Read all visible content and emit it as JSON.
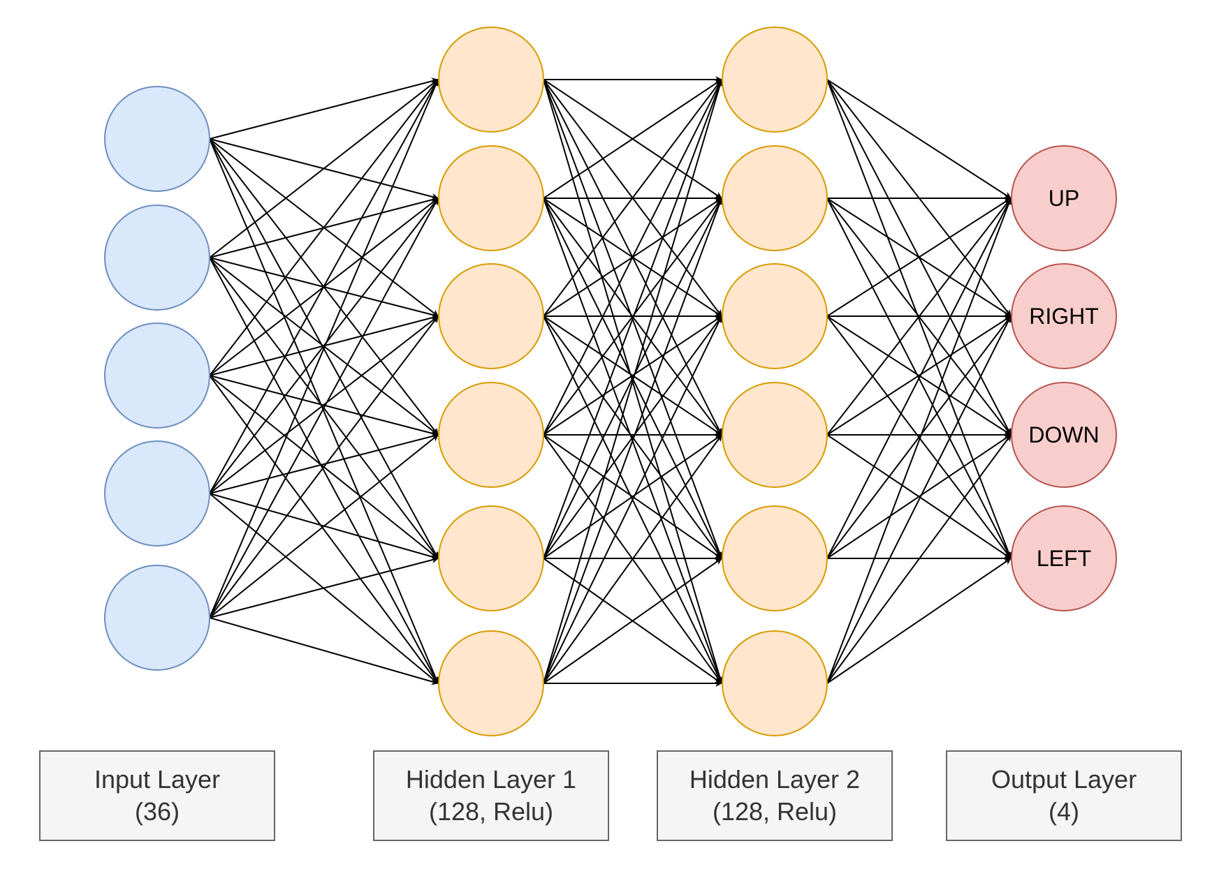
{
  "colors": {
    "input_fill": "#dae8fc",
    "input_stroke": "#6c8ebf",
    "hidden_fill": "#ffe6cc",
    "hidden_stroke": "#d79b00",
    "output_fill": "#f8cecc",
    "output_stroke": "#b85450",
    "edge": "#000000",
    "box_fill": "#f5f5f5",
    "box_stroke": "#666666",
    "box_text": "#333333"
  },
  "layers": [
    {
      "id": "input",
      "node_count": 5,
      "caption_line1": "Input Layer",
      "caption_line2": "(36)"
    },
    {
      "id": "hidden1",
      "node_count": 6,
      "caption_line1": "Hidden Layer 1",
      "caption_line2": "(128, Relu)"
    },
    {
      "id": "hidden2",
      "node_count": 6,
      "caption_line1": "Hidden Layer 2",
      "caption_line2": "(128, Relu)"
    },
    {
      "id": "output",
      "node_count": 4,
      "caption_line1": "Output Layer",
      "caption_line2": "(4)"
    }
  ],
  "output_labels": [
    "UP",
    "RIGHT",
    "DOWN",
    "LEFT"
  ]
}
